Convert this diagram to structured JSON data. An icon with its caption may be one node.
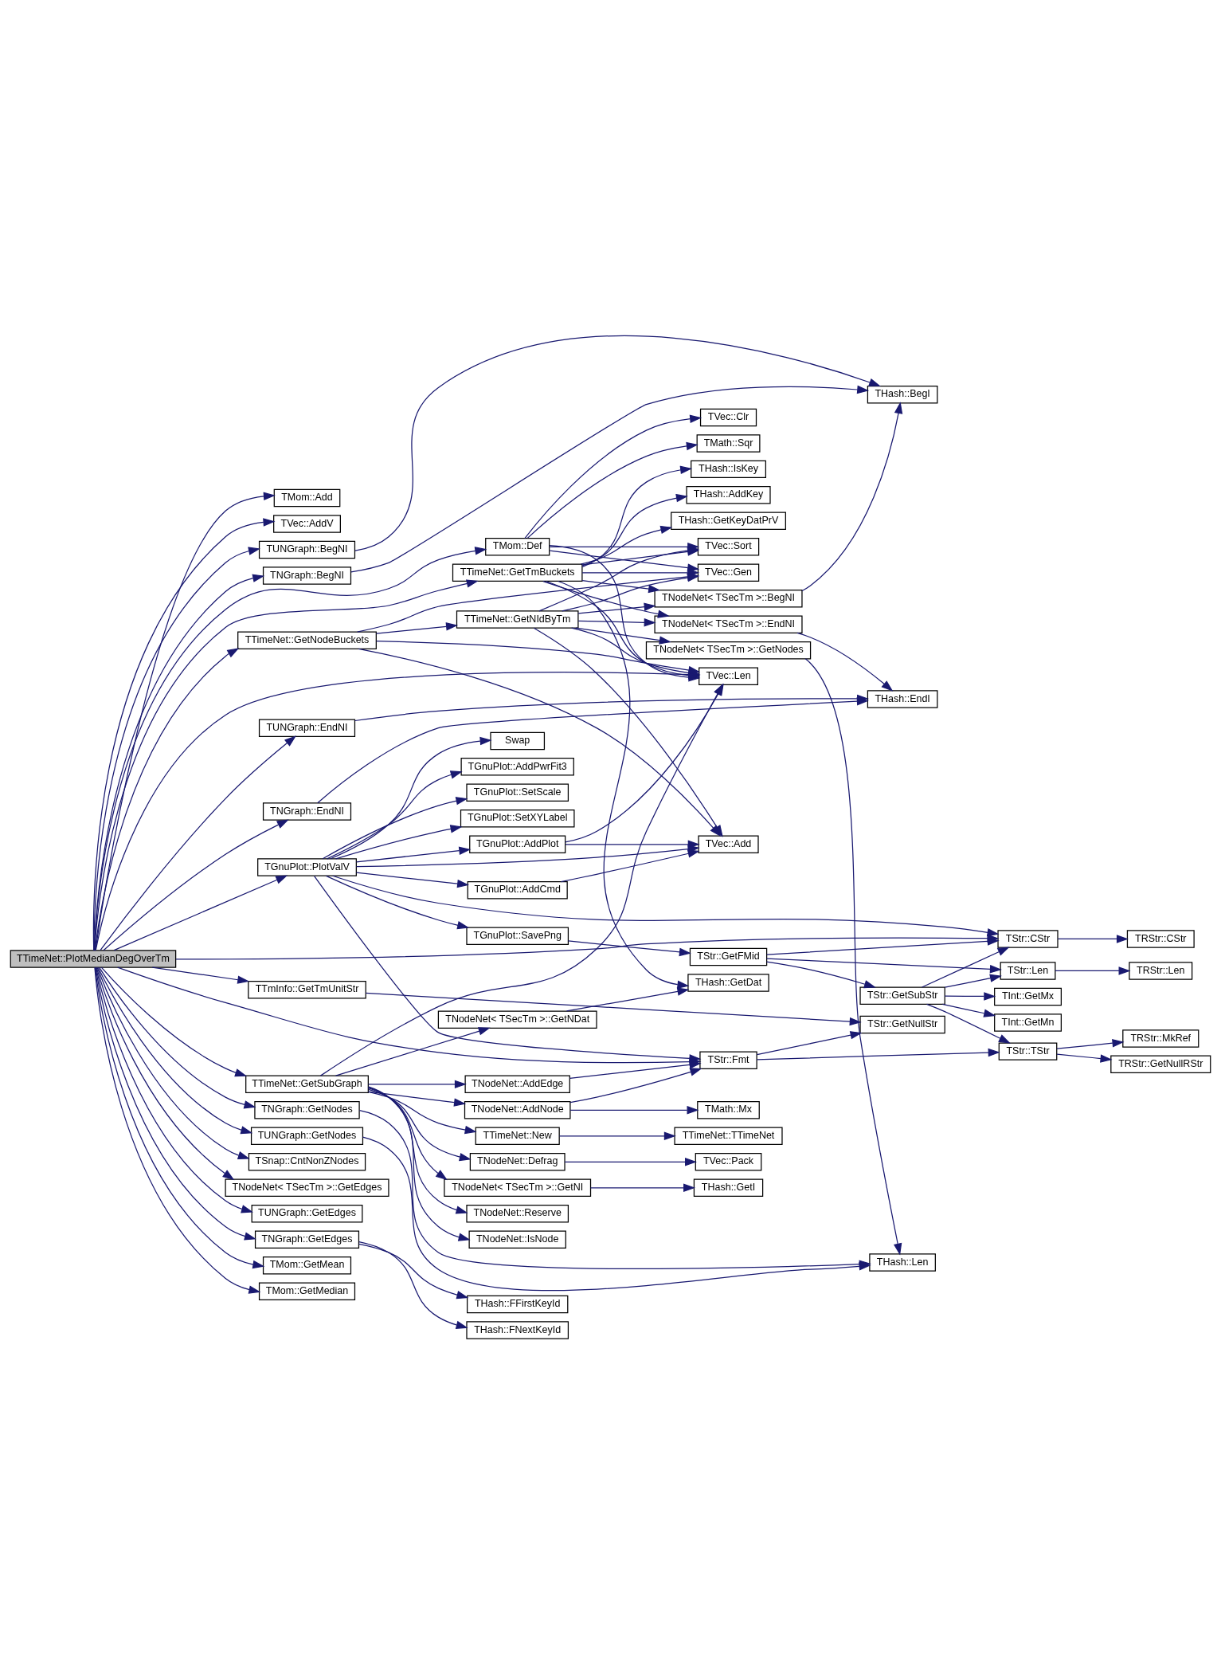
{
  "diagram": {
    "nodes": [
      {
        "text": [
          "TTimeNet::PlotMedianDegOverTm"
        ]
      },
      {
        "text": [
          "TMom::Add"
        ]
      },
      {
        "text": [
          "TVec::AddV"
        ]
      },
      {
        "text": [
          "TUNGraph::BegNI"
        ]
      },
      {
        "text": [
          "TNGraph::BegNI"
        ]
      },
      {
        "text": [
          "TNGraph::EndNI"
        ]
      },
      {
        "text": [
          "TUNGraph::EndNI"
        ]
      },
      {
        "text": [
          "TMom::Def"
        ]
      },
      {
        "text": [
          "TTimeNet::GetTmBuckets"
        ]
      },
      {
        "text": [
          "TTimeNet::GetNIdByTm"
        ]
      },
      {
        "text": [
          "TTimeNet::GetNodeBuckets"
        ]
      },
      {
        "text": [
          "TNodeNet< TSecTm >::GetNDat"
        ]
      },
      {
        "text": [
          "TGnuPlot::AddPlot"
        ]
      },
      {
        "text": [
          "TTmInfo::GetTmUnitStr"
        ]
      },
      {
        "text": [
          "TTimeNet::GetSubGraph"
        ]
      },
      {
        "text": [
          "TNodeNet::AddEdge"
        ]
      },
      {
        "text": [
          "TNodeNet::Reserve"
        ]
      },
      {
        "text": [
          "TNodeNet::IsNode"
        ]
      },
      {
        "text": [
          "TGnuPlot::AddCmd"
        ]
      },
      {
        "text": [
          "TNodeNet::AddNode"
        ]
      },
      {
        "text": [
          "TTimeNet::New"
        ]
      },
      {
        "text": [
          "TNodeNet::Defrag"
        ]
      },
      {
        "text": [
          "TNodeNet< TSecTm >::GetNI"
        ]
      },
      {
        "text": [
          "TGnuPlot::PlotValV"
        ]
      },
      {
        "text": [
          "TUNGraph::GetNodes"
        ]
      },
      {
        "text": [
          "TNGraph::GetNodes"
        ]
      },
      {
        "text": [
          "TSnap::CntNonZNodes"
        ]
      },
      {
        "text": [
          "TNodeNet< TSecTm >::GetEdges"
        ]
      },
      {
        "text": [
          "TUNGraph::GetEdges"
        ]
      },
      {
        "text": [
          "TNGraph::GetEdges"
        ]
      },
      {
        "text": [
          "TMom::GetMean"
        ]
      },
      {
        "text": [
          "TMom::GetMedian"
        ]
      },
      {
        "text": [
          "Swap"
        ]
      },
      {
        "text": [
          "TGnuPlot::AddPwrFit3"
        ]
      },
      {
        "text": [
          "TGnuPlot::SetScale"
        ]
      },
      {
        "text": [
          "TGnuPlot::SetXYLabel"
        ]
      },
      {
        "text": [
          "TGnuPlot::SavePng"
        ]
      },
      {
        "text": [
          "THash::BegI"
        ]
      },
      {
        "text": [
          "THash::EndI"
        ]
      },
      {
        "text": [
          "TVec::Clr"
        ]
      },
      {
        "text": [
          "TMath::Sqr"
        ]
      },
      {
        "text": [
          "TVec::Gen"
        ]
      },
      {
        "text": [
          "TVec::Sort"
        ]
      },
      {
        "text": [
          "THash::IsKey"
        ]
      },
      {
        "text": [
          "THash::AddKey"
        ]
      },
      {
        "text": [
          "THash::GetKeyDatPrV"
        ]
      },
      {
        "text": [
          "TNodeNet< TSecTm >::BegNI"
        ]
      },
      {
        "text": [
          "TNodeNet< TSecTm >::EndNI"
        ]
      },
      {
        "text": [
          "TVec::Len"
        ]
      },
      {
        "text": [
          "THash::GetDat"
        ]
      },
      {
        "text": [
          "TVec::Add"
        ]
      },
      {
        "text": [
          "TStr::GetNullStr"
        ]
      },
      {
        "text": [
          "TStr::Fmt"
        ]
      },
      {
        "text": [
          "TMath::Mx"
        ]
      },
      {
        "text": [
          "TTimeNet::TTimeNet"
        ]
      },
      {
        "text": [
          "TVec::Pack"
        ]
      },
      {
        "text": [
          "THash::GetI"
        ]
      },
      {
        "text": [
          "TStr::GetFMid"
        ]
      },
      {
        "text": [
          "TNodeNet< TSecTm >::GetNodes"
        ]
      },
      {
        "text": [
          "TStr::TStr"
        ]
      },
      {
        "text": [
          "TStr::CStr"
        ]
      },
      {
        "text": [
          "TStr::GetSubStr"
        ]
      },
      {
        "text": [
          "TInt::GetMx"
        ]
      },
      {
        "text": [
          "TInt::GetMn"
        ]
      },
      {
        "text": [
          "TStr::Len"
        ]
      },
      {
        "text": [
          "THash::Len"
        ]
      },
      {
        "text": [
          "TRStr::GetNullRStr"
        ]
      },
      {
        "text": [
          "TRStr::MkRef"
        ]
      },
      {
        "text": [
          "TRStr::CStr"
        ]
      },
      {
        "text": [
          "TRStr::Len"
        ]
      },
      {
        "text": [
          "THash::FNextKeyId"
        ]
      },
      {
        "text": [
          "THash::FFirstKeyId"
        ]
      }
    ],
    "edges": [
      {
        "from": 0,
        "to": 1,
        "arrow": "to"
      },
      {
        "from": 0,
        "to": 2,
        "arrow": "to"
      },
      {
        "from": 0,
        "to": 3,
        "arrow": "to"
      },
      {
        "from": 0,
        "to": 4,
        "arrow": "to"
      },
      {
        "from": 0,
        "to": 5,
        "arrow": "to"
      },
      {
        "from": 0,
        "to": 6,
        "arrow": "to"
      },
      {
        "from": 0,
        "to": 7,
        "arrow": "to"
      },
      {
        "from": 0,
        "to": 8,
        "arrow": "to"
      },
      {
        "from": 0,
        "to": 10,
        "arrow": "to"
      },
      {
        "from": 0,
        "to": 48,
        "arrow": "to"
      },
      {
        "from": 0,
        "to": 13,
        "arrow": "to"
      },
      {
        "from": 0,
        "to": 52,
        "arrow": "to"
      },
      {
        "from": 0,
        "to": 14,
        "arrow": "to"
      },
      {
        "from": 0,
        "to": 60,
        "arrow": "to"
      },
      {
        "from": 0,
        "to": 23,
        "arrow": "to"
      },
      {
        "from": 0,
        "to": 24,
        "arrow": "to"
      },
      {
        "from": 0,
        "to": 25,
        "arrow": "to"
      },
      {
        "from": 0,
        "to": 26,
        "arrow": "to"
      },
      {
        "from": 0,
        "to": 27,
        "arrow": "to"
      },
      {
        "from": 0,
        "to": 28,
        "arrow": "to"
      },
      {
        "from": 0,
        "to": 29,
        "arrow": "to"
      },
      {
        "from": 0,
        "to": 30,
        "arrow": "to"
      },
      {
        "from": 0,
        "to": 31,
        "arrow": "to"
      },
      {
        "from": 3,
        "to": 37,
        "arrow": "to"
      },
      {
        "from": 4,
        "to": 37,
        "arrow": "to"
      },
      {
        "from": 5,
        "to": 38,
        "arrow": "to"
      },
      {
        "from": 6,
        "to": 38,
        "arrow": "to"
      },
      {
        "from": 7,
        "to": 39,
        "arrow": "to"
      },
      {
        "from": 7,
        "to": 40,
        "arrow": "to"
      },
      {
        "from": 7,
        "to": 41,
        "arrow": "to"
      },
      {
        "from": 7,
        "to": 42,
        "arrow": "to"
      },
      {
        "from": 7,
        "to": 48,
        "arrow": "to"
      },
      {
        "from": 8,
        "to": 41,
        "arrow": "to"
      },
      {
        "from": 8,
        "to": 42,
        "arrow": "to"
      },
      {
        "from": 8,
        "to": 43,
        "arrow": "to"
      },
      {
        "from": 8,
        "to": 44,
        "arrow": "to"
      },
      {
        "from": 8,
        "to": 45,
        "arrow": "to"
      },
      {
        "from": 8,
        "to": 46,
        "arrow": "to"
      },
      {
        "from": 8,
        "to": 47,
        "arrow": "to"
      },
      {
        "from": 8,
        "to": 48,
        "arrow": "to"
      },
      {
        "from": 8,
        "to": 49,
        "arrow": "to"
      },
      {
        "from": 9,
        "to": 41,
        "arrow": "to"
      },
      {
        "from": 9,
        "to": 42,
        "arrow": "to"
      },
      {
        "from": 9,
        "to": 46,
        "arrow": "to"
      },
      {
        "from": 9,
        "to": 47,
        "arrow": "to"
      },
      {
        "from": 9,
        "to": 48,
        "arrow": "to"
      },
      {
        "from": 9,
        "to": 50,
        "arrow": "to"
      },
      {
        "from": 9,
        "to": 58,
        "arrow": "to"
      },
      {
        "from": 10,
        "to": 9,
        "arrow": "to"
      },
      {
        "from": 10,
        "to": 41,
        "arrow": "to"
      },
      {
        "from": 10,
        "to": 48,
        "arrow": "to"
      },
      {
        "from": 10,
        "to": 50,
        "arrow": "to"
      },
      {
        "from": 11,
        "to": 49,
        "arrow": "to"
      },
      {
        "from": 12,
        "to": 48,
        "arrow": "to"
      },
      {
        "from": 12,
        "to": 50,
        "arrow": "to"
      },
      {
        "from": 13,
        "to": 51,
        "arrow": "to"
      },
      {
        "from": 14,
        "to": 48,
        "arrow": "to"
      },
      {
        "from": 14,
        "to": 11,
        "arrow": "to"
      },
      {
        "from": 14,
        "to": 15,
        "arrow": "to"
      },
      {
        "from": 14,
        "to": 16,
        "arrow": "to"
      },
      {
        "from": 14,
        "to": 17,
        "arrow": "to"
      },
      {
        "from": 14,
        "to": 19,
        "arrow": "to"
      },
      {
        "from": 14,
        "to": 20,
        "arrow": "to"
      },
      {
        "from": 14,
        "to": 21,
        "arrow": "to"
      },
      {
        "from": 14,
        "to": 22,
        "arrow": "to"
      },
      {
        "from": 15,
        "to": 52,
        "arrow": "to"
      },
      {
        "from": 18,
        "to": 50,
        "arrow": "to"
      },
      {
        "from": 19,
        "to": 52,
        "arrow": "to"
      },
      {
        "from": 19,
        "to": 53,
        "arrow": "to"
      },
      {
        "from": 20,
        "to": 54,
        "arrow": "to"
      },
      {
        "from": 21,
        "to": 55,
        "arrow": "to"
      },
      {
        "from": 22,
        "to": 56,
        "arrow": "to"
      },
      {
        "from": 23,
        "to": 12,
        "arrow": "to"
      },
      {
        "from": 23,
        "to": 50,
        "arrow": "to"
      },
      {
        "from": 23,
        "to": 18,
        "arrow": "to"
      },
      {
        "from": 23,
        "to": 52,
        "arrow": "to"
      },
      {
        "from": 23,
        "to": 32,
        "arrow": "to"
      },
      {
        "from": 23,
        "to": 33,
        "arrow": "to"
      },
      {
        "from": 23,
        "to": 34,
        "arrow": "to"
      },
      {
        "from": 23,
        "to": 35,
        "arrow": "to"
      },
      {
        "from": 23,
        "to": 60,
        "arrow": "to"
      },
      {
        "from": 23,
        "to": 36,
        "arrow": "to"
      },
      {
        "from": 24,
        "to": 65,
        "arrow": "to"
      },
      {
        "from": 25,
        "to": 65,
        "arrow": "to"
      },
      {
        "from": 29,
        "to": 70,
        "arrow": "to"
      },
      {
        "from": 29,
        "to": 71,
        "arrow": "to"
      },
      {
        "from": 36,
        "to": 57,
        "arrow": "to"
      },
      {
        "from": 46,
        "to": 37,
        "arrow": "to"
      },
      {
        "from": 47,
        "to": 38,
        "arrow": "to"
      },
      {
        "from": 52,
        "to": 51,
        "arrow": "to"
      },
      {
        "from": 52,
        "to": 59,
        "arrow": "to"
      },
      {
        "from": 57,
        "to": 60,
        "arrow": "to"
      },
      {
        "from": 57,
        "to": 61,
        "arrow": "to"
      },
      {
        "from": 57,
        "to": 64,
        "arrow": "to"
      },
      {
        "from": 58,
        "to": 65,
        "arrow": "to"
      },
      {
        "from": 59,
        "to": 66,
        "arrow": "to"
      },
      {
        "from": 59,
        "to": 67,
        "arrow": "to"
      },
      {
        "from": 60,
        "to": 68,
        "arrow": "to"
      },
      {
        "from": 61,
        "to": 59,
        "arrow": "to"
      },
      {
        "from": 61,
        "to": 60,
        "arrow": "to"
      },
      {
        "from": 61,
        "to": 62,
        "arrow": "to"
      },
      {
        "from": 61,
        "to": 63,
        "arrow": "to"
      },
      {
        "from": 61,
        "to": 64,
        "arrow": "to"
      },
      {
        "from": 64,
        "to": 69,
        "arrow": "to"
      }
    ]
  }
}
